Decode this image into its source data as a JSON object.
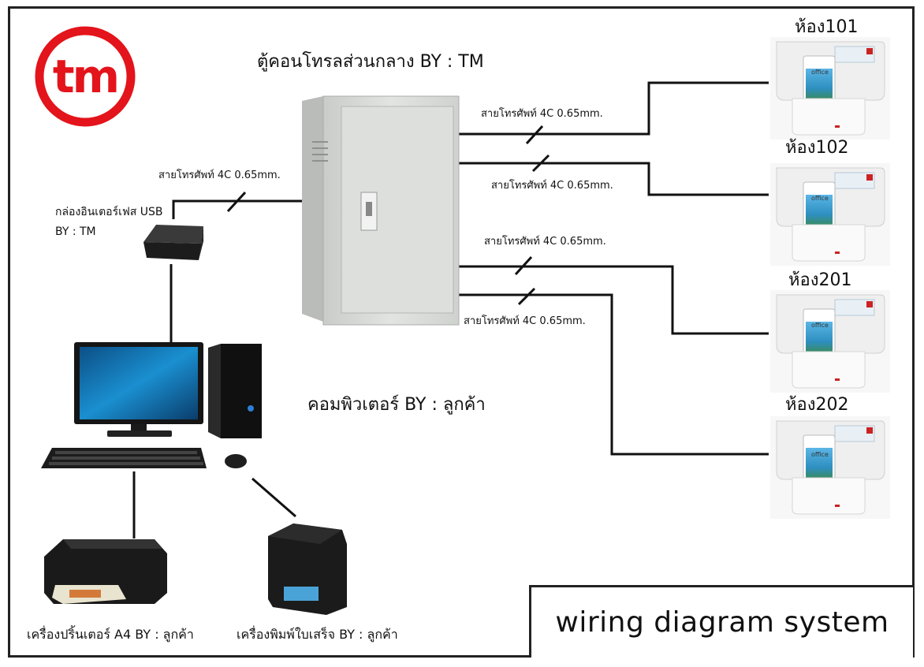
{
  "header": {
    "cabinet_title": "ตู้คอนโทรลส่วนกลาง BY : TM",
    "logo_text": "tm"
  },
  "cables": {
    "cable_left": "สายโทรศัพท์ 4C 0.65mm.",
    "cable_101": "สายโทรศัพท์ 4C 0.65mm.",
    "cable_102": "สายโทรศัพท์ 4C 0.65mm.",
    "cable_201": "สายโทรศัพท์ 4C 0.65mm.",
    "cable_202": "สายโทรศัพท์ 4C 0.65mm."
  },
  "devices": {
    "usb_box_line1": "กล่องอินเตอร์เฟส USB",
    "usb_box_line2": "BY : TM",
    "computer": "คอมพิวเตอร์ BY : ลูกค้า",
    "printer": "เครื่องปริ้นเตอร์ A4 BY : ลูกค้า",
    "receipt_printer": "เครื่องพิมพ์ใบเสร็จ BY : ลูกค้า"
  },
  "rooms": [
    {
      "label": "ห้อง101",
      "card_text": "office"
    },
    {
      "label": "ห้อง102",
      "card_text": "office"
    },
    {
      "label": "ห้อง201",
      "card_text": "office"
    },
    {
      "label": "ห้อง202",
      "card_text": "office"
    }
  ],
  "footer": {
    "title": "wiring diagram system"
  },
  "colors": {
    "logo_red": "#e3141b",
    "cabinet_gray": "#d9dcd8",
    "screen_blue": "#1a8fd0"
  }
}
